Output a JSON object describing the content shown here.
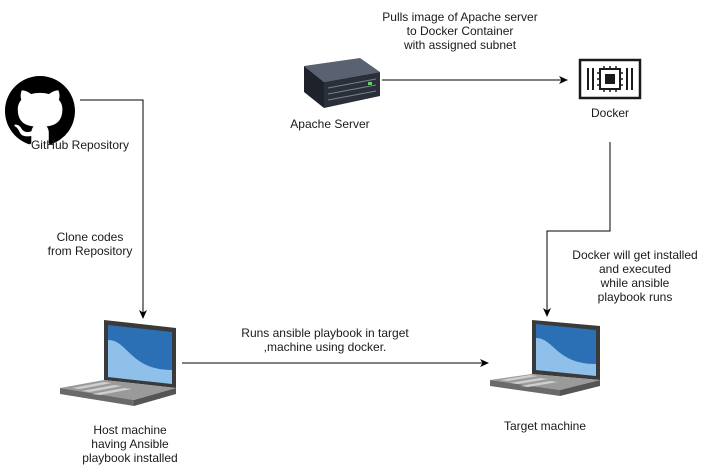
{
  "nodes": {
    "github": {
      "label": "GitHub Repository",
      "icon": "github-logo-icon"
    },
    "apache": {
      "label": "Apache Server",
      "icon": "server-icon"
    },
    "docker": {
      "label": "Docker",
      "icon": "docker-container-icon"
    },
    "host": {
      "label": "Host machine\nhaving Ansible\nplaybook  installed",
      "icon": "laptop-icon"
    },
    "target": {
      "label": "Target machine",
      "icon": "laptop-icon"
    }
  },
  "edges": {
    "apache_to_docker": "Pulls image of Apache server\nto Docker Container\nwith assigned subnet",
    "github_to_host": "Clone codes\nfrom Repository",
    "host_to_target": "Runs ansible playbook in target\n,machine using docker.",
    "docker_to_target": "Docker will get installed\nand executed\nwhile ansible\nplaybook runs"
  },
  "colors": {
    "line": "#000000",
    "laptop_screen": "#2b6fb5",
    "laptop_wave": "#8ec0ea",
    "laptop_body": "#3a3a3a",
    "server": "#2a2f3a"
  }
}
